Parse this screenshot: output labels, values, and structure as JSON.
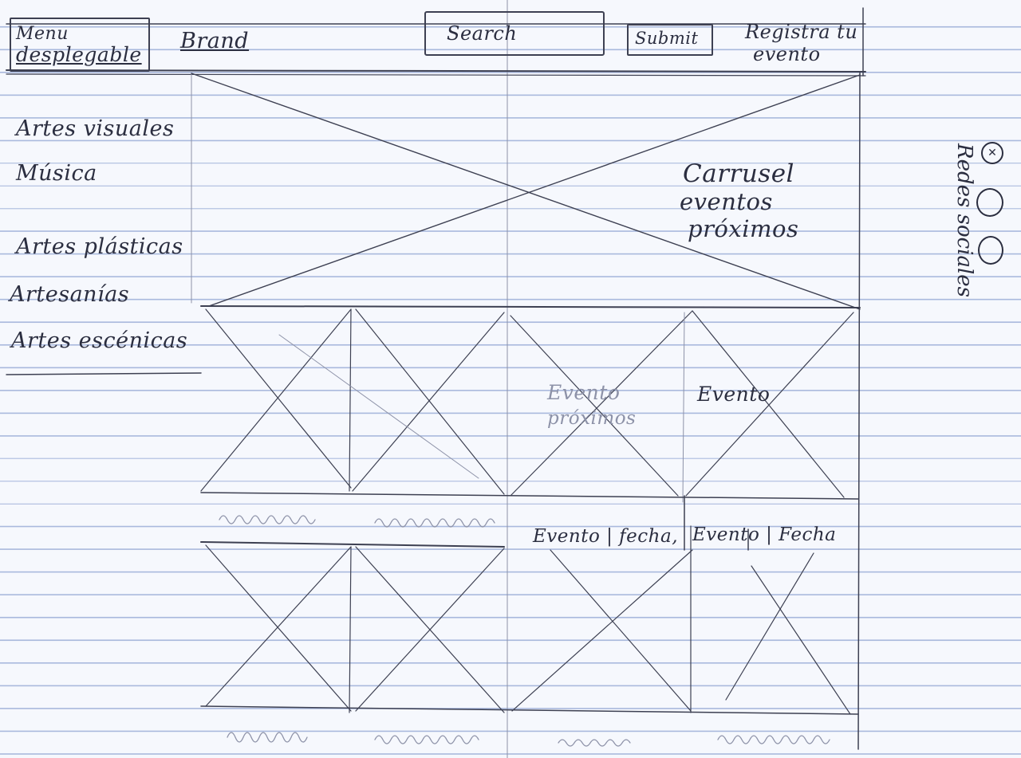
{
  "header": {
    "menu_label_line1": "Menu",
    "menu_label_line2": "desplegable",
    "brand": "Brand",
    "search_label": "Search",
    "submit_label": "Submit",
    "register_line1": "Registra tu",
    "register_line2": "evento"
  },
  "sidebar": {
    "items": [
      {
        "label": "Artes visuales"
      },
      {
        "label": "Música"
      },
      {
        "label": "Artes plásticas"
      },
      {
        "label": "Artesanías"
      },
      {
        "label": "Artes escénicas"
      }
    ]
  },
  "carousel": {
    "line1": "Carrusel",
    "line2": "eventos",
    "line3": "próximos"
  },
  "events": {
    "label_upcoming_1": "Evento",
    "label_upcoming_2": "próximos",
    "label_event": "Evento",
    "row_label_left": "Evento | fecha,",
    "row_label_right": "Evento | Fecha"
  },
  "social": {
    "label": "Redes sociales",
    "icons": [
      "close-icon",
      "circle-icon",
      "circle-icon"
    ]
  }
}
